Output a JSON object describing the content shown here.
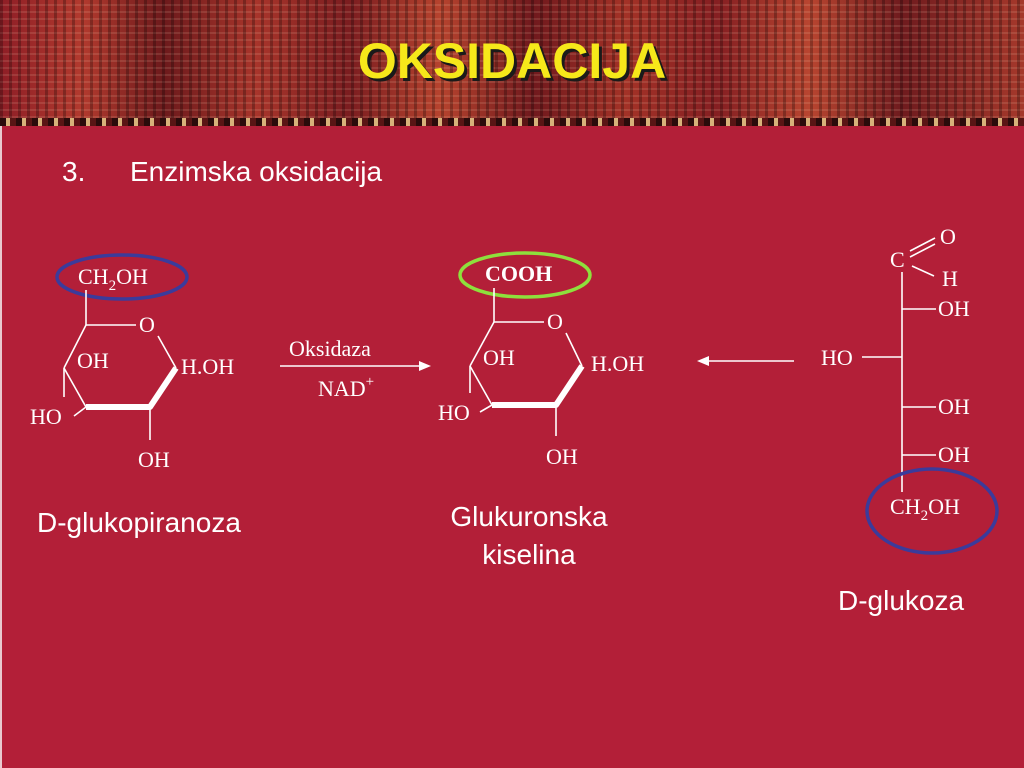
{
  "slide": {
    "title": "OKSIDACIJA",
    "list_number": "3.",
    "list_text": "Enzimska oksidacija"
  },
  "reaction": {
    "enzyme": "Oksidaza",
    "cofactor": "NAD",
    "cofactor_charge": "+"
  },
  "molecules": {
    "pyranose": {
      "group_c": "CH",
      "group_sub": "2",
      "group_oh": "OH",
      "ring_o": "O",
      "oh_inner": "OH",
      "h_oh": "H.OH",
      "ho_left": "HO",
      "oh_bottom": "OH",
      "caption": "D-glukopiranoza"
    },
    "glucuronic": {
      "group": "COOH",
      "ring_o": "O",
      "oh_inner": "OH",
      "h_oh": "H.OH",
      "ho_left": "HO",
      "oh_bottom": "OH",
      "caption_line1": "Glukuronska",
      "caption_line2": "kiselina"
    },
    "glucose": {
      "aldehyde_c": "C",
      "aldehyde_o": "O",
      "aldehyde_h": "H",
      "oh_2": "OH",
      "ho_3": "HO",
      "oh_4": "OH",
      "oh_5": "OH",
      "end_c": "CH",
      "end_sub": "2",
      "end_oh": "OH",
      "caption": "D-glukoza"
    }
  },
  "colors": {
    "background": "#b31f38",
    "title": "#f6e81a",
    "highlight_blue": "#3b3b9b",
    "highlight_green": "#8ee03c"
  }
}
